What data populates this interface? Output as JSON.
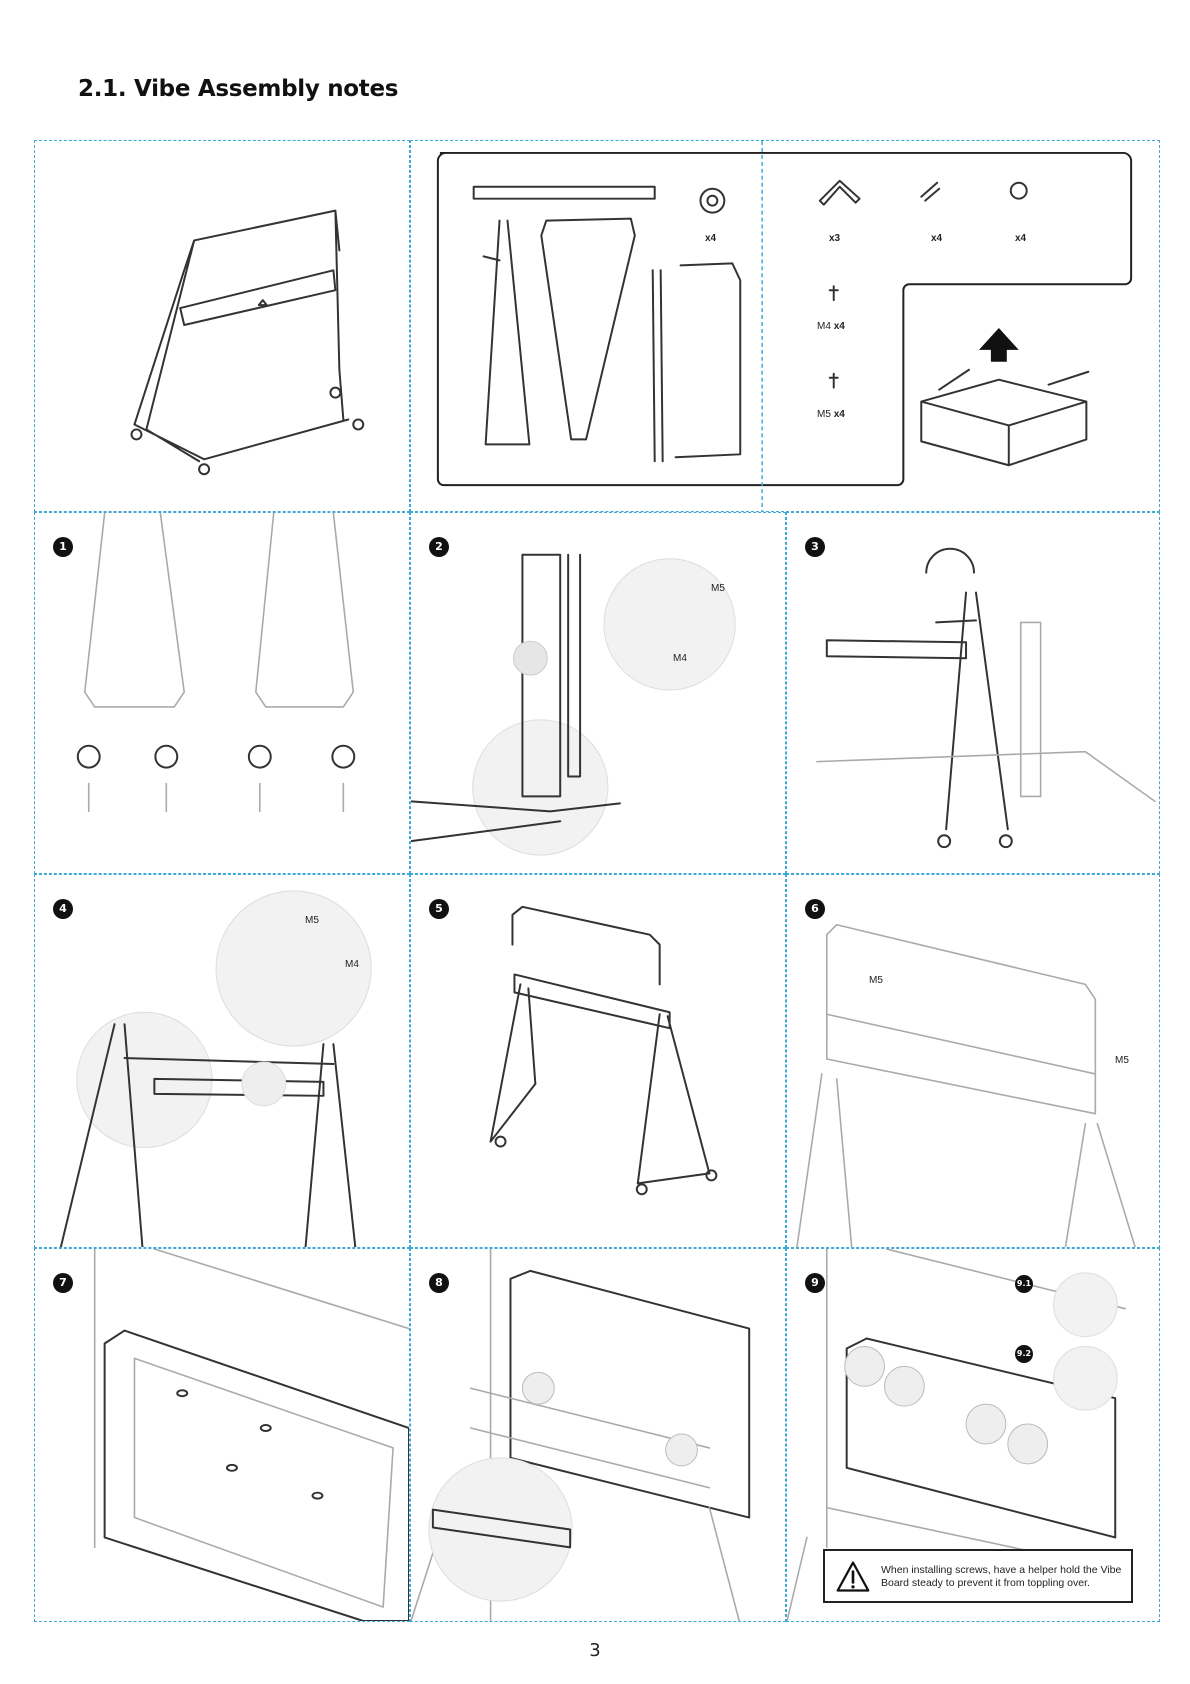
{
  "page": {
    "title": "2.1. Vibe Assembly notes",
    "page_number": "3"
  },
  "parts": {
    "quantities": [
      "x4",
      "x3",
      "x4",
      "x4"
    ],
    "screw_m4": {
      "size": "M4",
      "qty": "x4"
    },
    "screw_m5": {
      "size": "M5",
      "qty": "x4"
    }
  },
  "steps": [
    {
      "number": "1"
    },
    {
      "number": "2",
      "labels": [
        "M5",
        "M4"
      ]
    },
    {
      "number": "3"
    },
    {
      "number": "4",
      "labels": [
        "M5",
        "M4"
      ]
    },
    {
      "number": "5"
    },
    {
      "number": "6",
      "labels": [
        "M5",
        "M5"
      ]
    },
    {
      "number": "7"
    },
    {
      "number": "8"
    },
    {
      "number": "9",
      "substeps": [
        "9.1",
        "9.2"
      ]
    }
  ],
  "warning": {
    "text": "When installing screws, have a helper hold the Vibe Board steady to prevent it from toppling over."
  },
  "colors": {
    "grid_border": "#3ea9d6",
    "ink": "#111111"
  }
}
